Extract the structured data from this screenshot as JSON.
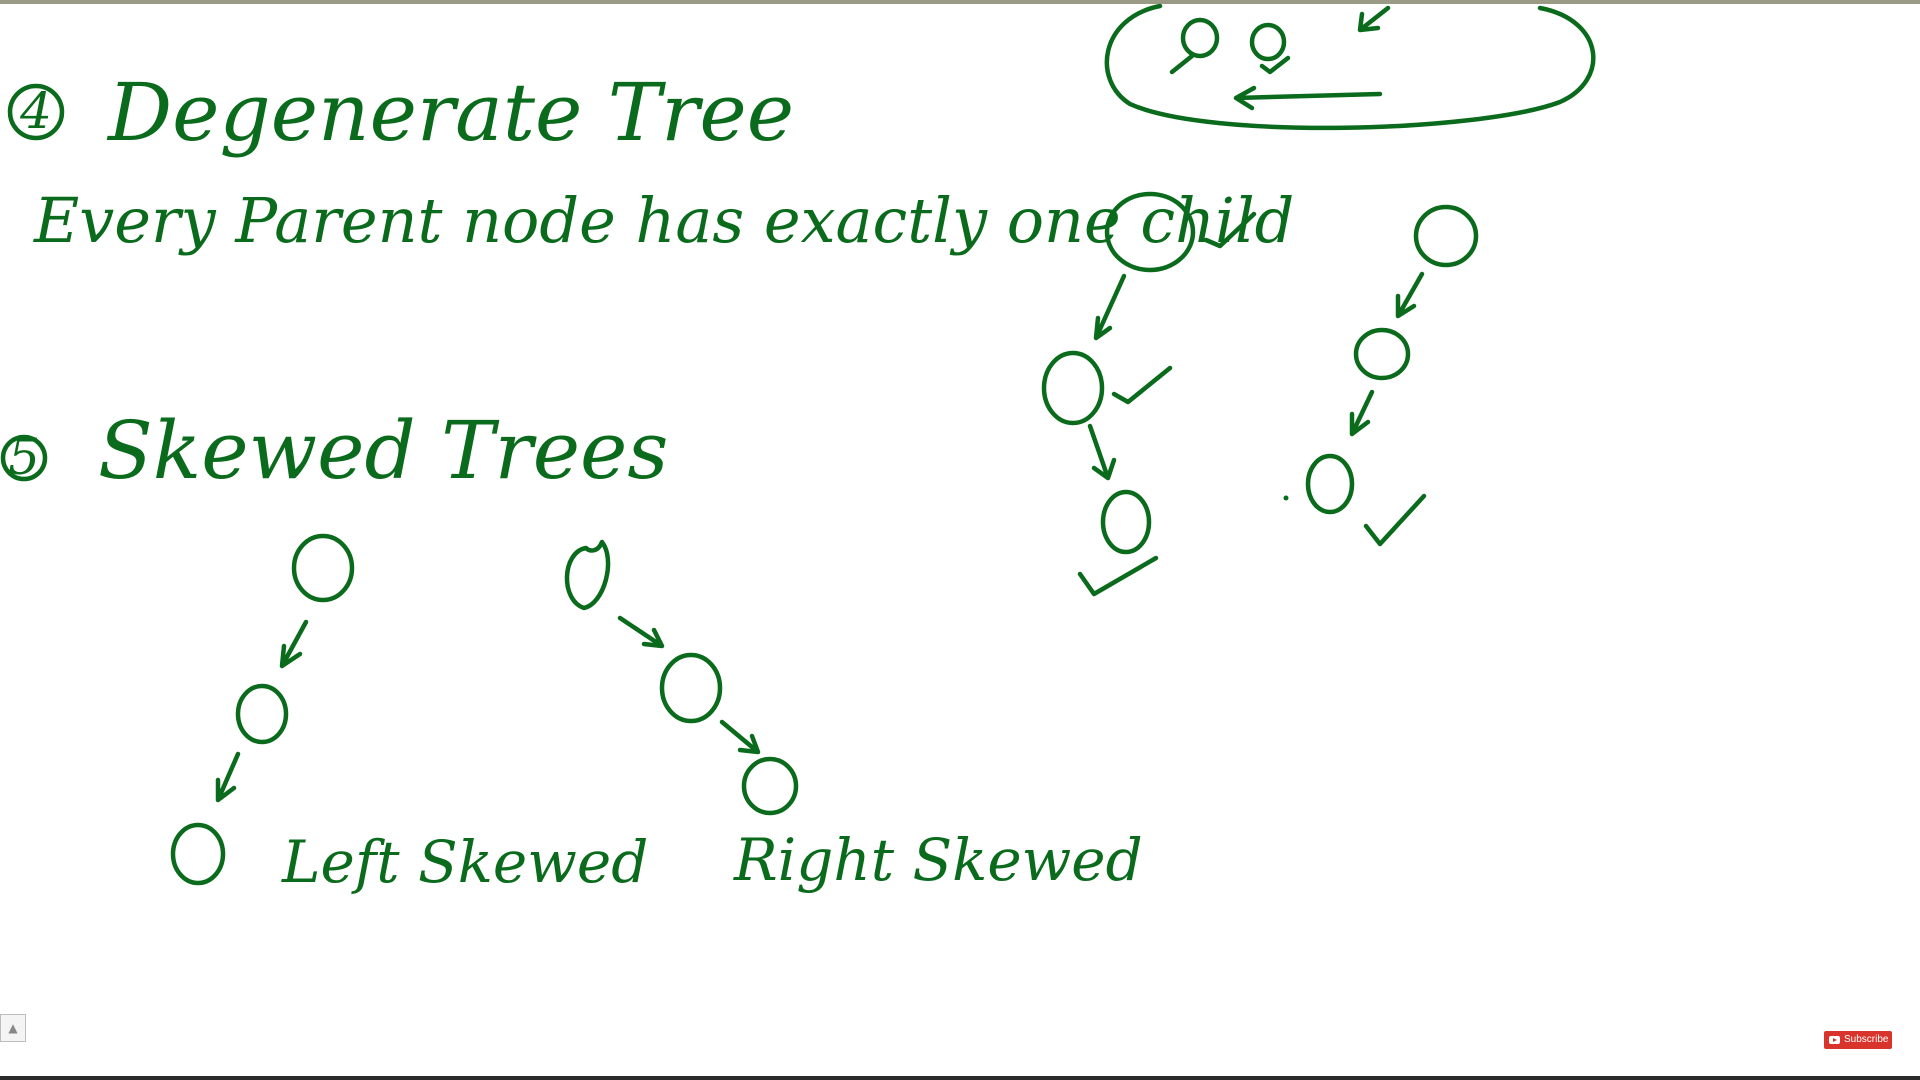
{
  "section4": {
    "number": "4",
    "title": "Degenerate Tree",
    "definition": "Every Parent node has exactly one child"
  },
  "section5": {
    "number": "5",
    "title": "Skewed Trees",
    "left_label": "Left Skewed",
    "right_label": "Right Skewed"
  },
  "overlay": {
    "subscribe_label": "Subscribe",
    "subscribe_color": "#d9342b"
  },
  "ink_color": "#0b6b1c",
  "icons": [
    "check-mark-icon",
    "arrow-icon",
    "subscribe-play-icon",
    "image-icon"
  ]
}
